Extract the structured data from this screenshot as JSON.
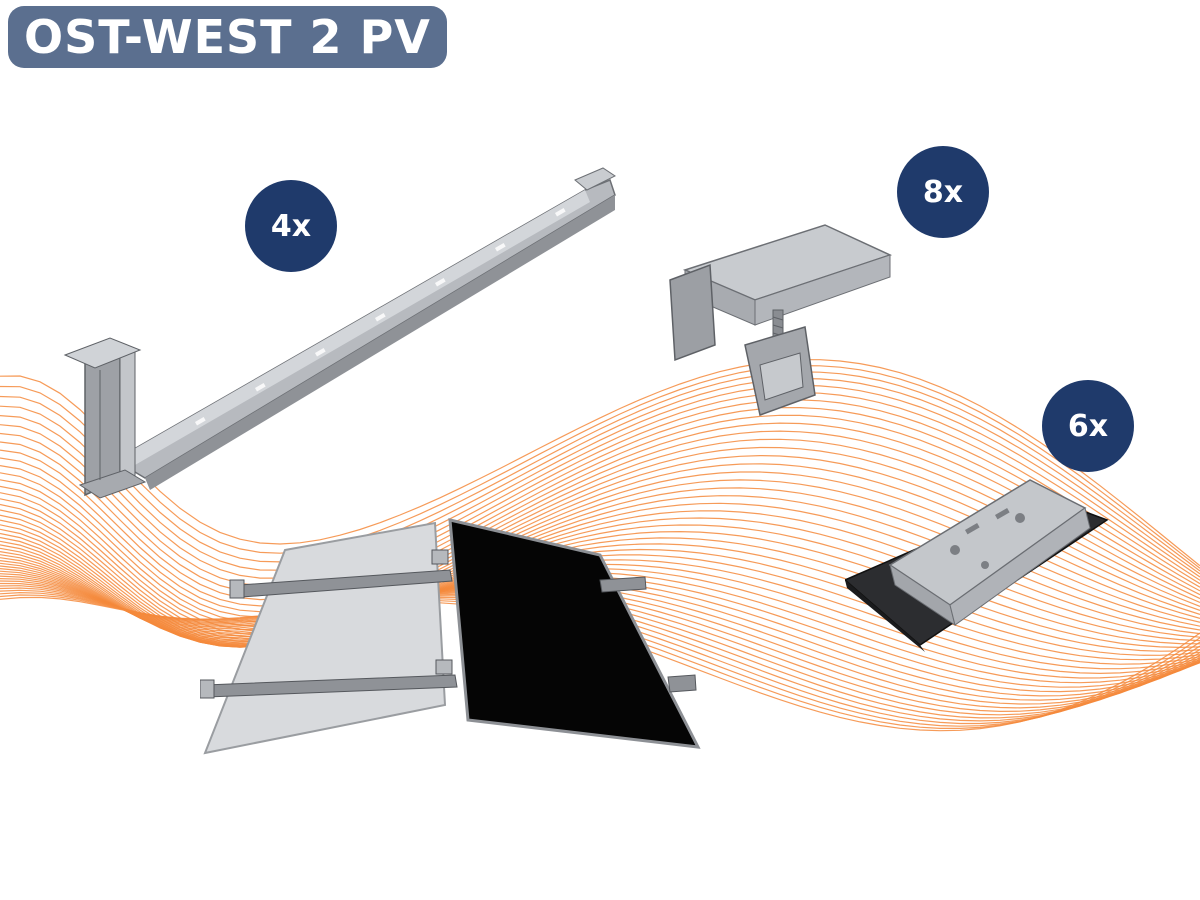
{
  "title": "OST-WEST 2 PV",
  "colors": {
    "title_badge": "#5b6f8f",
    "quantity_badge": "#1f3a6b",
    "wave": "#f58a3c",
    "background": "#ffffff"
  },
  "products": [
    {
      "name": "mounting-rail",
      "quantity": "4x",
      "icon": "rail-bracket-icon"
    },
    {
      "name": "module-clamp",
      "quantity": "8x",
      "icon": "end-clamp-icon"
    },
    {
      "name": "base-plate",
      "quantity": "6x",
      "icon": "base-plate-icon"
    },
    {
      "name": "solar-modules",
      "icon": "solar-panel-icon"
    }
  ]
}
